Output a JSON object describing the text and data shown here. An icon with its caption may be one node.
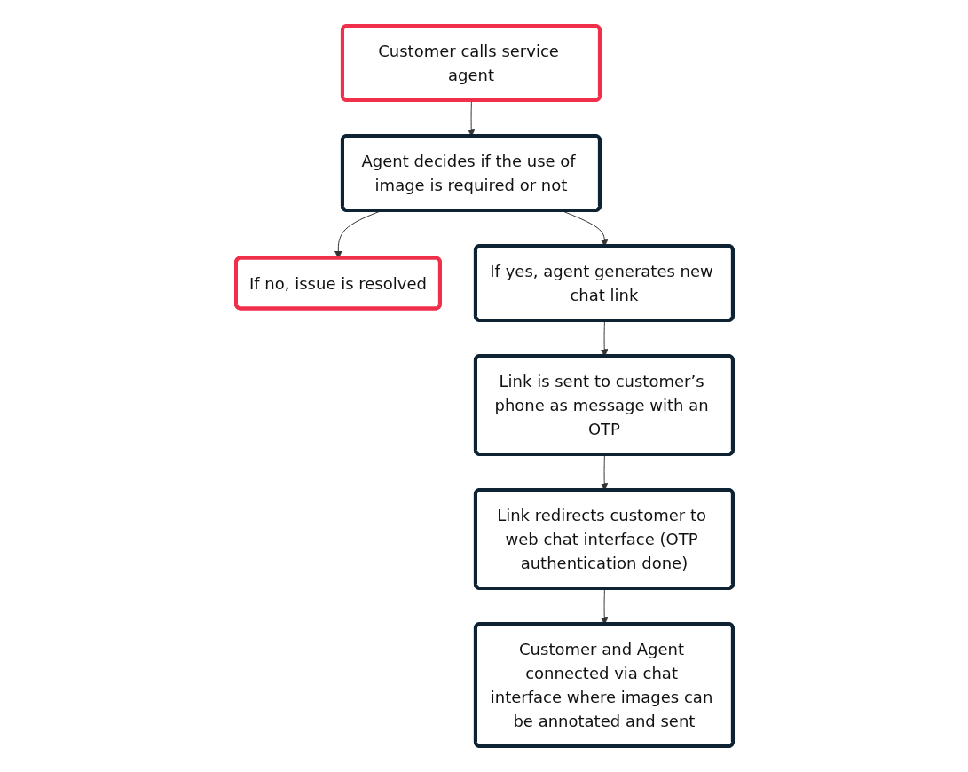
{
  "diagram": {
    "nodes": [
      {
        "text": [
          "Customer calls service agent"
        ]
      },
      {
        "text": [
          "Agent decides if the use of image is required or not"
        ]
      },
      {
        "text": [
          "If no, issue is resolved"
        ]
      },
      {
        "text": [
          "If yes, agent generates new chat link"
        ]
      },
      {
        "text": [
          "Link is sent to customer’s phone as message with an OTP"
        ]
      },
      {
        "text": [
          "Link redirects customer to web chat interface (OTP authentication done)"
        ]
      },
      {
        "text": [
          "Customer and Agent connected via chat interface where images can be annotated and sent"
        ]
      }
    ],
    "edges": [
      {
        "from": 0,
        "to": 1,
        "arrow": "to"
      },
      {
        "from": 1,
        "to": 2,
        "arrow": "to"
      },
      {
        "from": 1,
        "to": 3,
        "arrow": "to"
      },
      {
        "from": 3,
        "to": 4,
        "arrow": "to"
      },
      {
        "from": 4,
        "to": 5,
        "arrow": "to"
      },
      {
        "from": 5,
        "to": 6,
        "arrow": "to"
      }
    ]
  }
}
